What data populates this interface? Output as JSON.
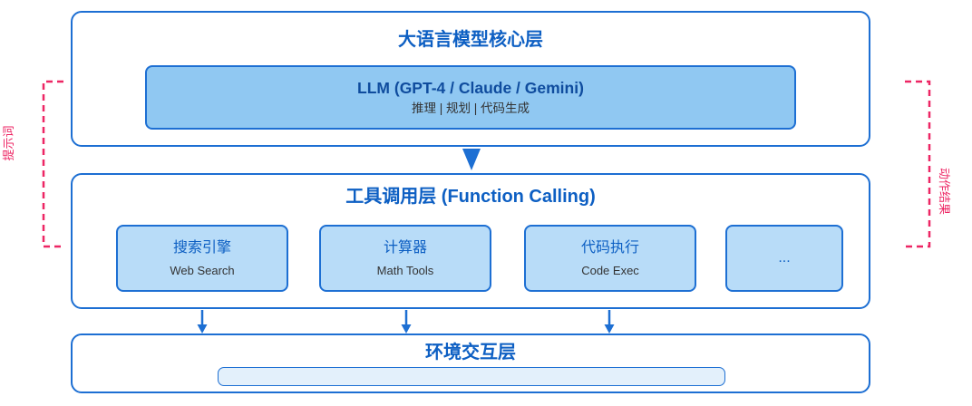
{
  "colors": {
    "stroke_blue": "#1D6FD3",
    "layer_title_blue": "#0D5FC3",
    "llm_title_blue": "#0F4C9E",
    "body_text_gray": "#333333",
    "llm_fill": "#90C8F2",
    "tool_fill": "#B8DCF8",
    "env_bar_fill": "#E3F0FB",
    "annotation_pink": "#ED2664"
  },
  "layers": {
    "core": {
      "title": "大语言模型核心层",
      "llm": {
        "title": "LLM (GPT-4 / Claude / Gemini)",
        "subtitle": "推理 | 规划 | 代码生成"
      }
    },
    "tools": {
      "title": "工具调用层 (Function Calling)",
      "items": [
        {
          "title": "搜索引擎",
          "subtitle": "Web Search"
        },
        {
          "title": "计算器",
          "subtitle": "Math Tools"
        },
        {
          "title": "代码执行",
          "subtitle": "Code Exec"
        },
        {
          "title": "...",
          "subtitle": ""
        }
      ]
    },
    "environment": {
      "title": "环境交互层"
    }
  },
  "annotations": {
    "left_label": "提示词",
    "right_label": "动作结果"
  }
}
